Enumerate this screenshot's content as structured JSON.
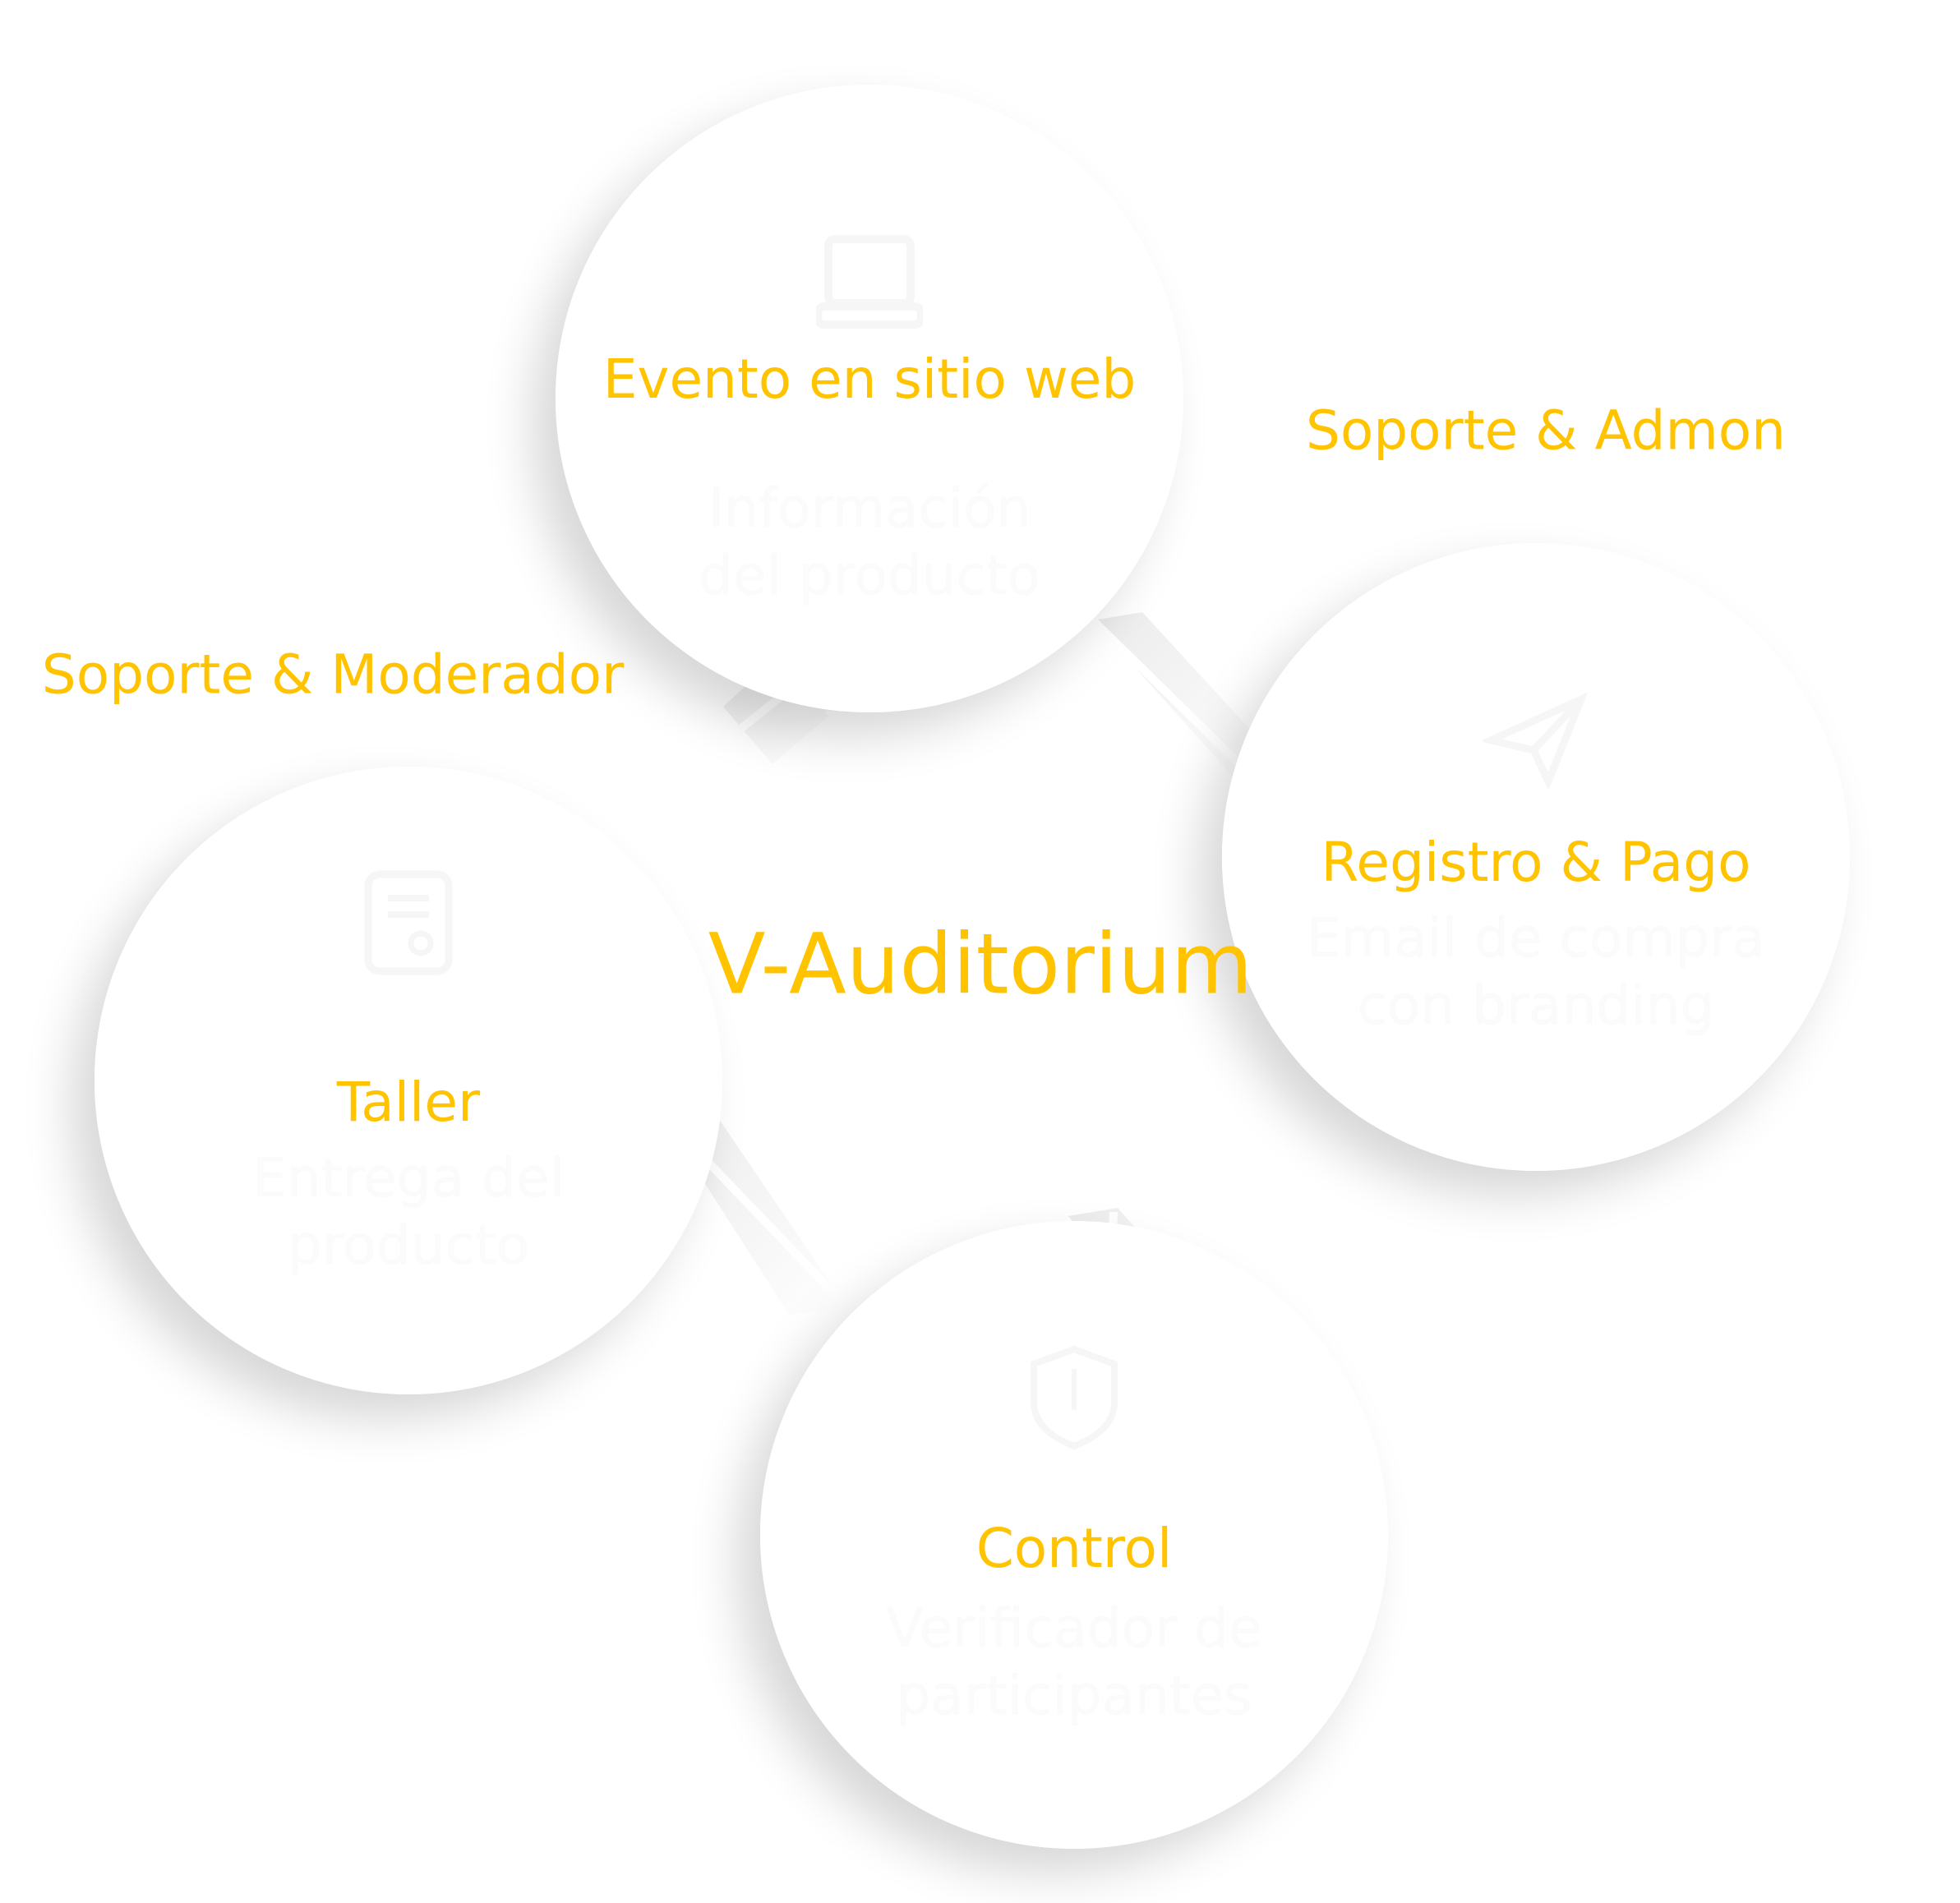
{
  "diagram": {
    "center_title": "V-Auditorium",
    "accent_color": "#FFC300",
    "nodes": [
      {
        "id": "top",
        "title": "Evento en sitio web",
        "subtitle_line1": "Información",
        "subtitle_line2": "del producto",
        "icon": "laptop-icon"
      },
      {
        "id": "right",
        "title": "Registro & Pago",
        "subtitle_line1": "Email de compra",
        "subtitle_line2": "con branding",
        "icon": "airplane-icon"
      },
      {
        "id": "bottom",
        "title": "Control",
        "subtitle_line1": "Verificador de",
        "subtitle_line2": "participantes",
        "icon": "shield-icon"
      },
      {
        "id": "left",
        "title": "Taller",
        "subtitle_line1": "Entrega del",
        "subtitle_line2": "producto",
        "icon": "clipboard-icon"
      }
    ],
    "edge_labels": {
      "top_right": "Soporte & Admon",
      "top_left": "Soporte & Moderador"
    }
  }
}
